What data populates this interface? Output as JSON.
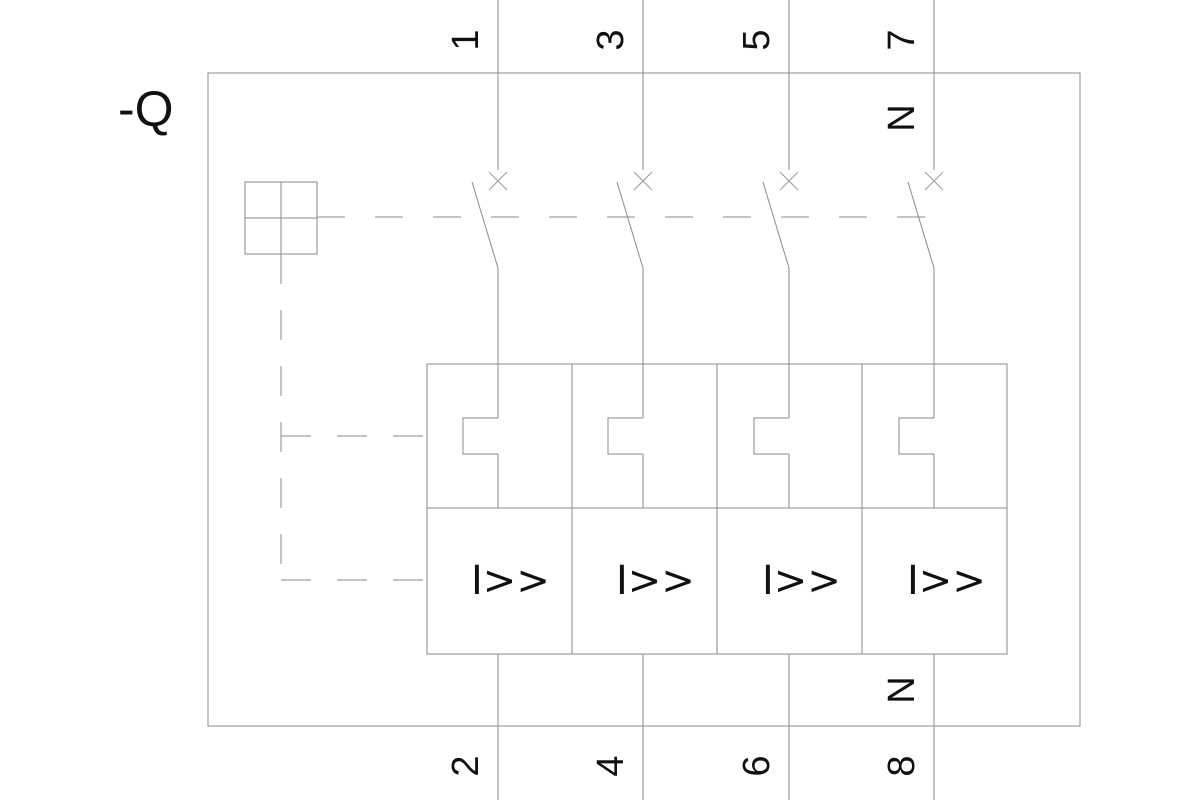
{
  "device": {
    "designation": "-Q"
  },
  "terminals": {
    "top": [
      "1",
      "3",
      "5",
      "7"
    ],
    "bottom": [
      "2",
      "4",
      "6",
      "8"
    ]
  },
  "neutral": {
    "top_label": "N",
    "bottom_label": "N"
  },
  "poles": [
    {
      "trip_symbol": "I>>"
    },
    {
      "trip_symbol": "I>>"
    },
    {
      "trip_symbol": "I>>"
    },
    {
      "trip_symbol": "I>>"
    }
  ],
  "colors": {
    "line": "#8a8a8a",
    "text": "#111111",
    "background": "#ffffff"
  }
}
